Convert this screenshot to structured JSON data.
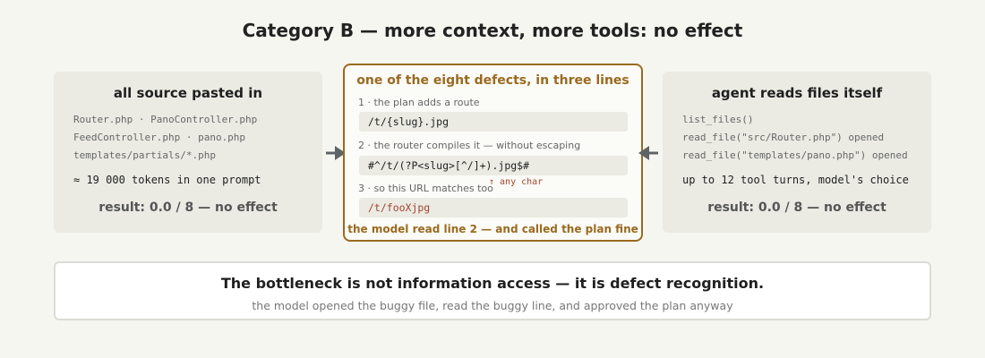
{
  "title": "Category B — more context, more tools: no effect",
  "left_card": {
    "title": "all source pasted in",
    "files": [
      "Router.php · PanoController.php",
      "FeedController.php · pano.php",
      "templates/partials/*.php"
    ],
    "tokens": "≈ 19 000 tokens in one prompt",
    "result": "result: 0.0 / 8 — no effect"
  },
  "right_card": {
    "title": "agent reads files itself",
    "calls": [
      "list_files()",
      "read_file(\"src/Router.php\") opened",
      "read_file(\"templates/pano.php\") opened"
    ],
    "turns": "up to 12 tool turns, model's choice",
    "result": "result: 0.0 / 8 — no effect"
  },
  "center_card": {
    "title": "one of the eight defects, in three lines",
    "step1": "1 · the plan adds a route",
    "code1": "/t/{slug}.jpg",
    "step2": "2 · the router compiles it — without escaping",
    "code2": "#^/t/(?P<slug>[^/]+).jpg$#",
    "step3": "3 · so this URL matches too",
    "annotation": "↑ any char",
    "code3": "/t/fooXjpg",
    "footer": "the model read line 2 — and called the plan fine"
  },
  "bottom": {
    "main": "The bottleneck is not information access — it is defect recognition.",
    "sub": "the model opened the buggy file, read the buggy line, and approved the plan anyway"
  },
  "colors": {
    "accent": "#9a6a1f",
    "error": "#a2462f",
    "card_bg": "#ebebe4",
    "arrow": "#5e6466"
  }
}
